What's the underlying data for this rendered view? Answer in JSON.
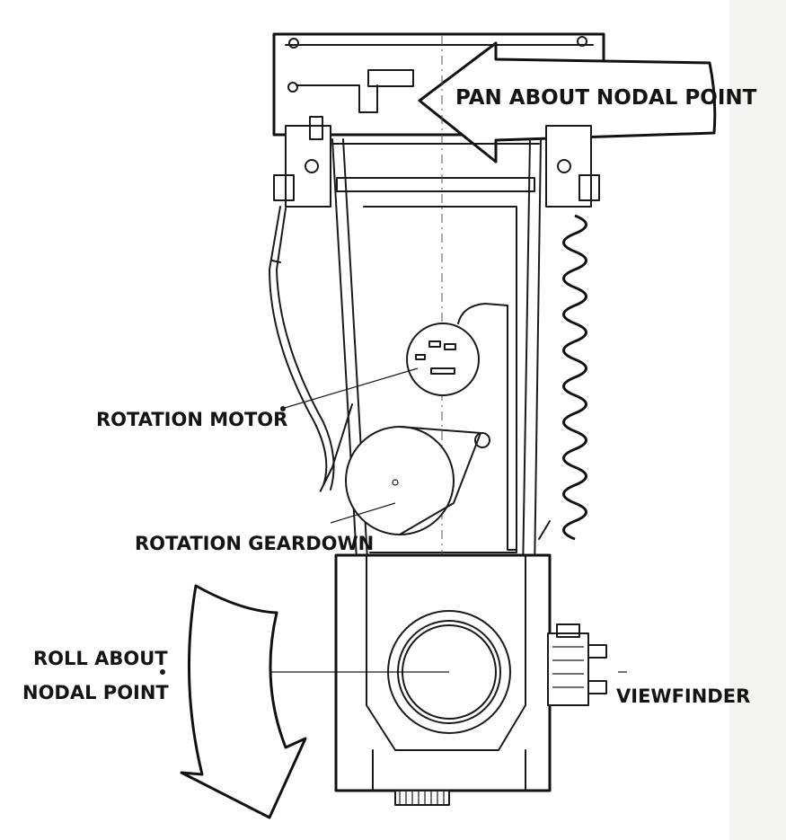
{
  "labels": {
    "pan": "PAN ABOUT NODAL POINT",
    "rotation_motor": "ROTATION MOTOR",
    "rotation_geardown": "ROTATION GEARDOWN",
    "roll_line1": "ROLL ABOUT",
    "roll_line2": "NODAL POINT",
    "viewfinder": "VIEWFINDER"
  }
}
